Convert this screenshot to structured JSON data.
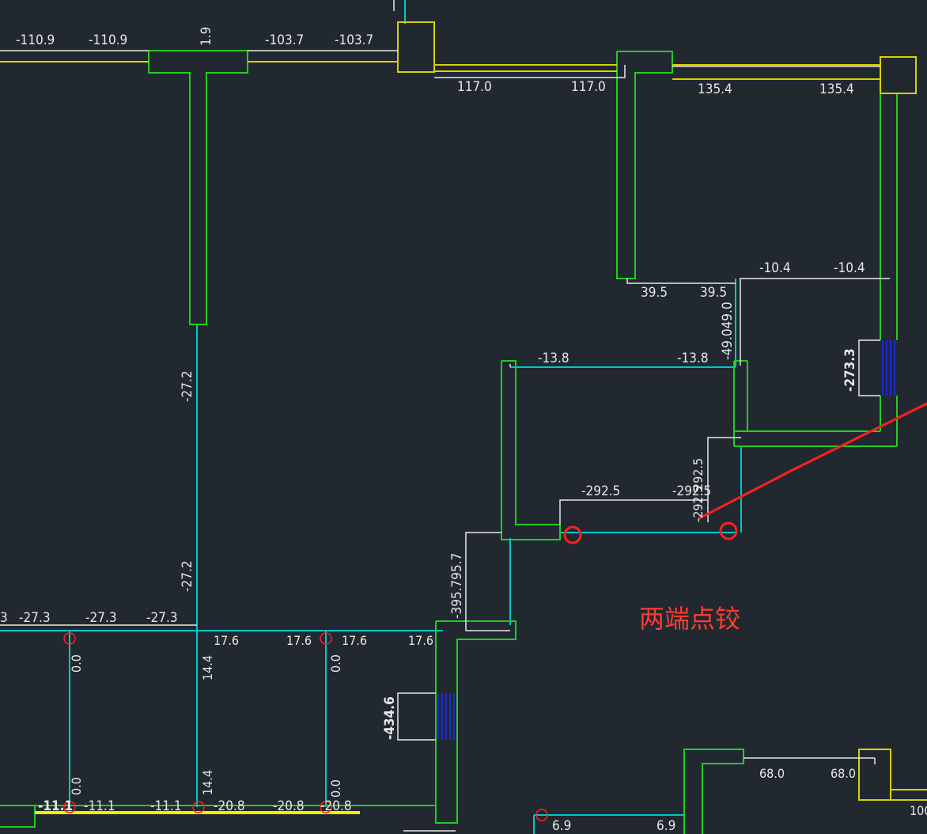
{
  "annotation": {
    "text": "两端点铰",
    "color": "#ff3b30"
  },
  "colors": {
    "background": "#212830",
    "wall": "#22cc22",
    "column": "#d6d200",
    "beam": "#00c8c8",
    "dimension": "#e8e8e8",
    "hinge": "#ff2020",
    "opening": "#1a2cff"
  },
  "labels": {
    "top_a1": "-110.9",
    "top_a2": "-110.9",
    "top_v1": "1.9",
    "top_b1": "-103.7",
    "top_b2": "-103.7",
    "top_c1": "117.0",
    "top_c2": "117.0",
    "top_d1": "135.4",
    "top_d2": "135.4",
    "r1_a": "-10.4",
    "r1_b": "-10.4",
    "r2_a": "39.5",
    "r2_b": "39.5",
    "r2_v": "-49.049.0",
    "r3_a": "-13.8",
    "r3_b": "-13.8",
    "r3_v": "-273.3",
    "r4_a": "-292.5",
    "r4_b": "-292.5",
    "r4_v1": "-292.5",
    "r4_v2": "292.5",
    "v_col_a": "-27.2",
    "v_col_b": "-27.2",
    "v_mid": "-395.795.7",
    "m_a0": "3",
    "m_a1": "-27.3",
    "m_a2": "-27.3",
    "m_a3": "-27.3",
    "m_b1": "17.6",
    "m_b2": "17.6",
    "m_b3": "17.6",
    "m_b4": "17.6",
    "m_v1": "0.0",
    "m_v2": "14.4",
    "m_v3": "0.0",
    "m_v4": "-434.6",
    "b_v1": "0.0",
    "b_v2": "14.4",
    "b_v3": "0.0",
    "b_a1": "-11.1",
    "b_a2": "-11.1",
    "b_a3": "-11.1",
    "b_b1": "-20.8",
    "b_b2": "-20.8",
    "b_b3": "-20.8",
    "b_c1": "6.9",
    "b_c2": "6.9",
    "b_d1": "68.0",
    "b_d2": "68.0",
    "b_e1": "100"
  }
}
